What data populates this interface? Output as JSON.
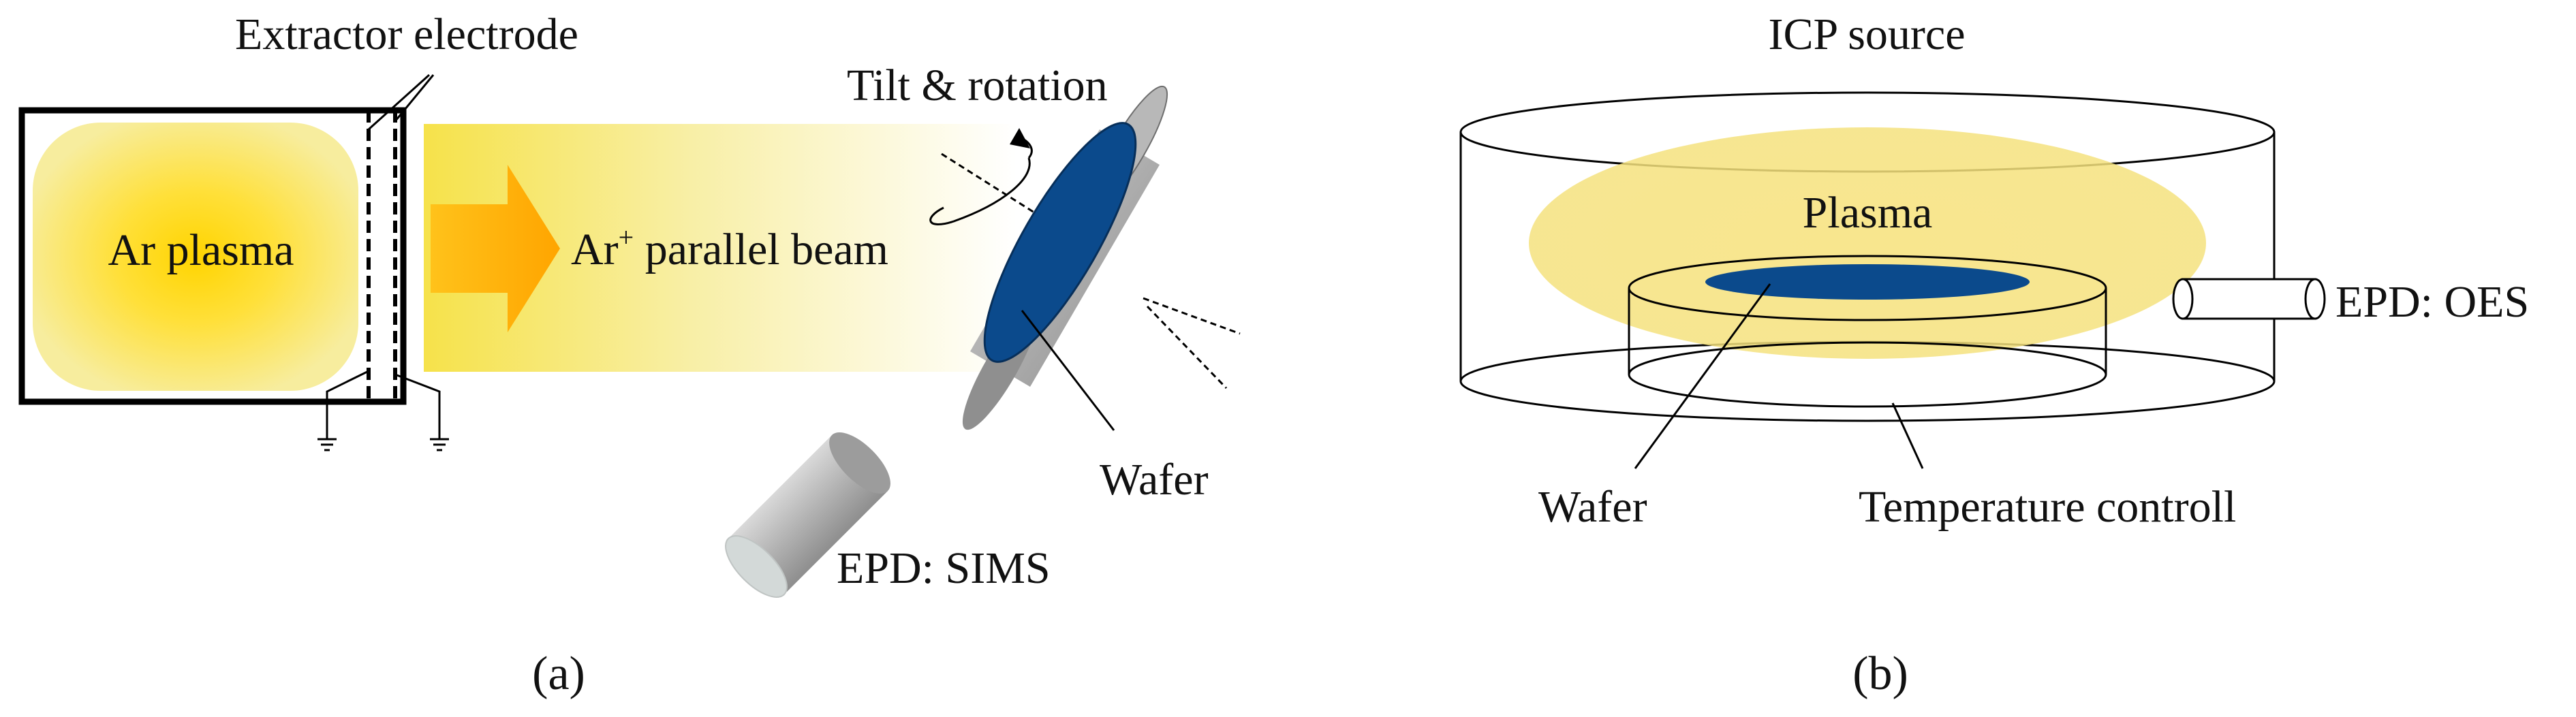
{
  "panel_a": {
    "caption": "(a)",
    "extractor_label": "Extractor electrode",
    "tilt_label": "Tilt & rotation",
    "plasma_label": "Ar plasma",
    "beam_label_main": "Ar",
    "beam_label_sup": "+",
    "beam_label_rest": " parallel beam",
    "wafer_label": "Wafer",
    "epd_label": "EPD: SIMS"
  },
  "panel_b": {
    "caption": "(b)",
    "source_label": "ICP source",
    "plasma_label": "Plasma",
    "wafer_label": "Wafer",
    "temp_label": "Temperature controll",
    "epd_label": "EPD: OES"
  },
  "colors": {
    "wafer_blue": "#0b4a8c",
    "plasma_yellow": "#ffd700",
    "pale_yellow": "#f7eb9a",
    "arrow_orange": "#ffae00",
    "cylinder_gray": "#a7a7a7"
  }
}
